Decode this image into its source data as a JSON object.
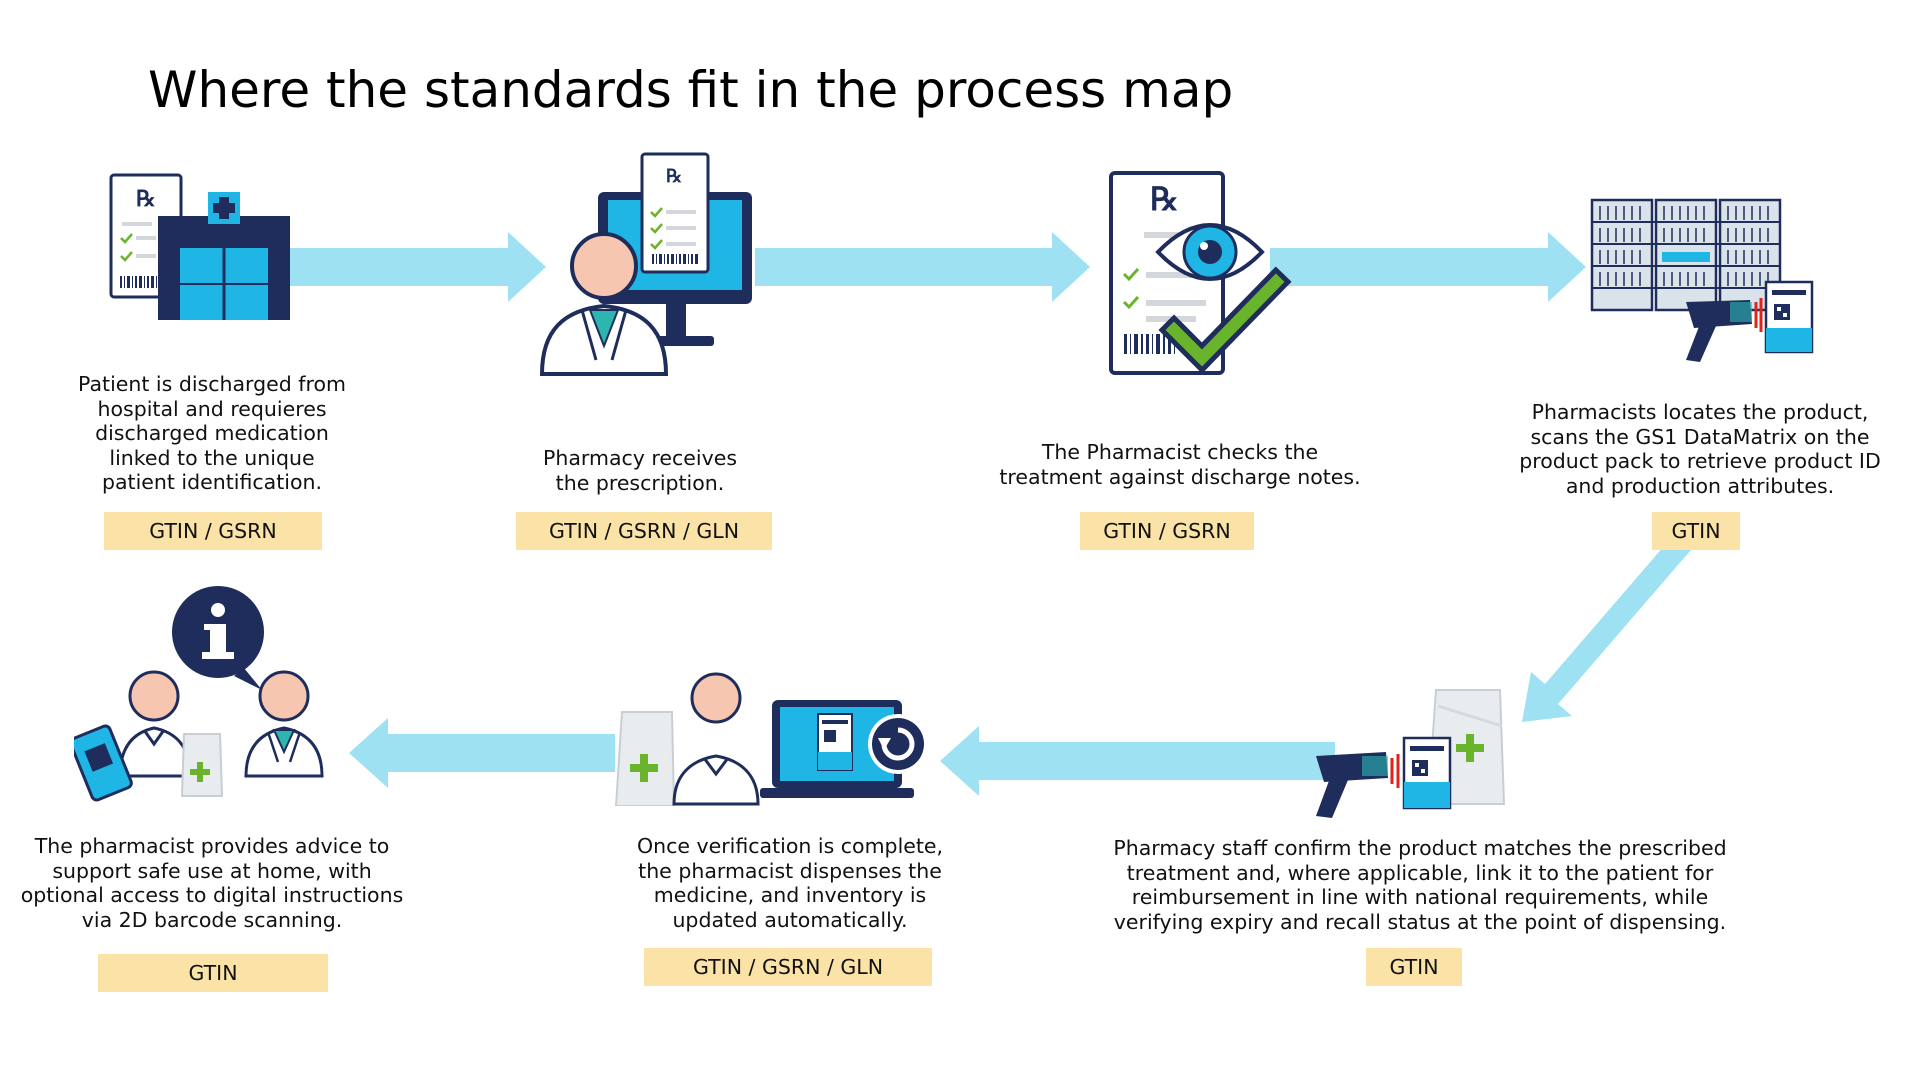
{
  "title": "Where the standards fit in the process map",
  "colors": {
    "navy": "#1e2d5c",
    "cyan": "#1fb6e6",
    "arrow": "#9ee1f2",
    "badge": "#fbe3a8",
    "check": "#6ab42d",
    "skin": "#f7c6b1",
    "teal": "#2bb7b0",
    "red": "#e2231a",
    "panel": "#e8ecef"
  },
  "steps": [
    {
      "id": "discharge",
      "icon": "hospital-discharge-icon",
      "description": "Patient is discharged from\nhospital and requieres\ndischarged medication\nlinked to the unique\npatient identification.",
      "standards": "GTIN / GSRN"
    },
    {
      "id": "receive",
      "icon": "pharmacist-computer-icon",
      "description": "Pharmacy receives\nthe prescription.",
      "standards": "GTIN / GSRN / GLN"
    },
    {
      "id": "check",
      "icon": "prescription-review-icon",
      "description": "The Pharmacist checks the\ntreatment against discharge notes.",
      "standards": "GTIN / GSRN"
    },
    {
      "id": "locate",
      "icon": "shelf-scanner-icon",
      "description": "Pharmacists locates the product,\nscans the GS1 DataMatrix on the\nproduct pack to retrieve product ID\nand production attributes.",
      "standards": "GTIN"
    },
    {
      "id": "confirm",
      "icon": "pack-scanner-icon",
      "description": "Pharmacy staff confirm the product matches the prescribed\ntreatment and, where applicable, link it to the patient for\nreimbursement in line with national requirements, while\nverifying expiry and recall status at the point of dispensing.",
      "standards": "GTIN"
    },
    {
      "id": "dispense",
      "icon": "dispense-laptop-icon",
      "description": "Once verification is complete,\nthe pharmacist dispenses the\nmedicine, and inventory is\nupdated automatically.",
      "standards": "GTIN / GSRN / GLN"
    },
    {
      "id": "advise",
      "icon": "advice-info-icon",
      "description": "The pharmacist provides advice to\nsupport safe use at home, with\noptional access to digital instructions\nvia 2D barcode scanning.",
      "standards": "GTIN"
    }
  ]
}
